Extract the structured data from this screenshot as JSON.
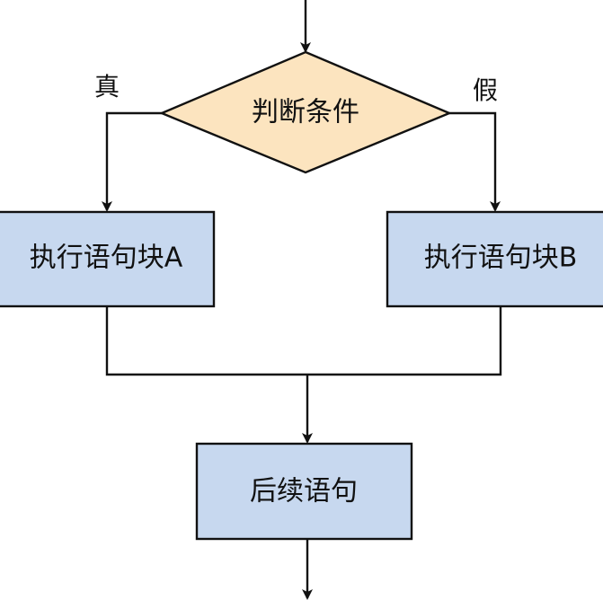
{
  "diagram": {
    "type": "flowchart",
    "nodes": {
      "condition": {
        "label": "判断条件",
        "shape": "diamond",
        "fill": "#fce4bf"
      },
      "block_a": {
        "label": "执行语句块A",
        "shape": "rect",
        "fill": "#c7d8ef"
      },
      "block_b": {
        "label": "执行语句块B",
        "shape": "rect",
        "fill": "#c7d8ef"
      },
      "next": {
        "label": "后续语句",
        "shape": "rect",
        "fill": "#c7d8ef"
      }
    },
    "edges": {
      "true_label": "真",
      "false_label": "假"
    },
    "colors": {
      "stroke": "#111111",
      "diamond_fill": "#fce4bf",
      "box_fill": "#c7d8ef"
    }
  }
}
